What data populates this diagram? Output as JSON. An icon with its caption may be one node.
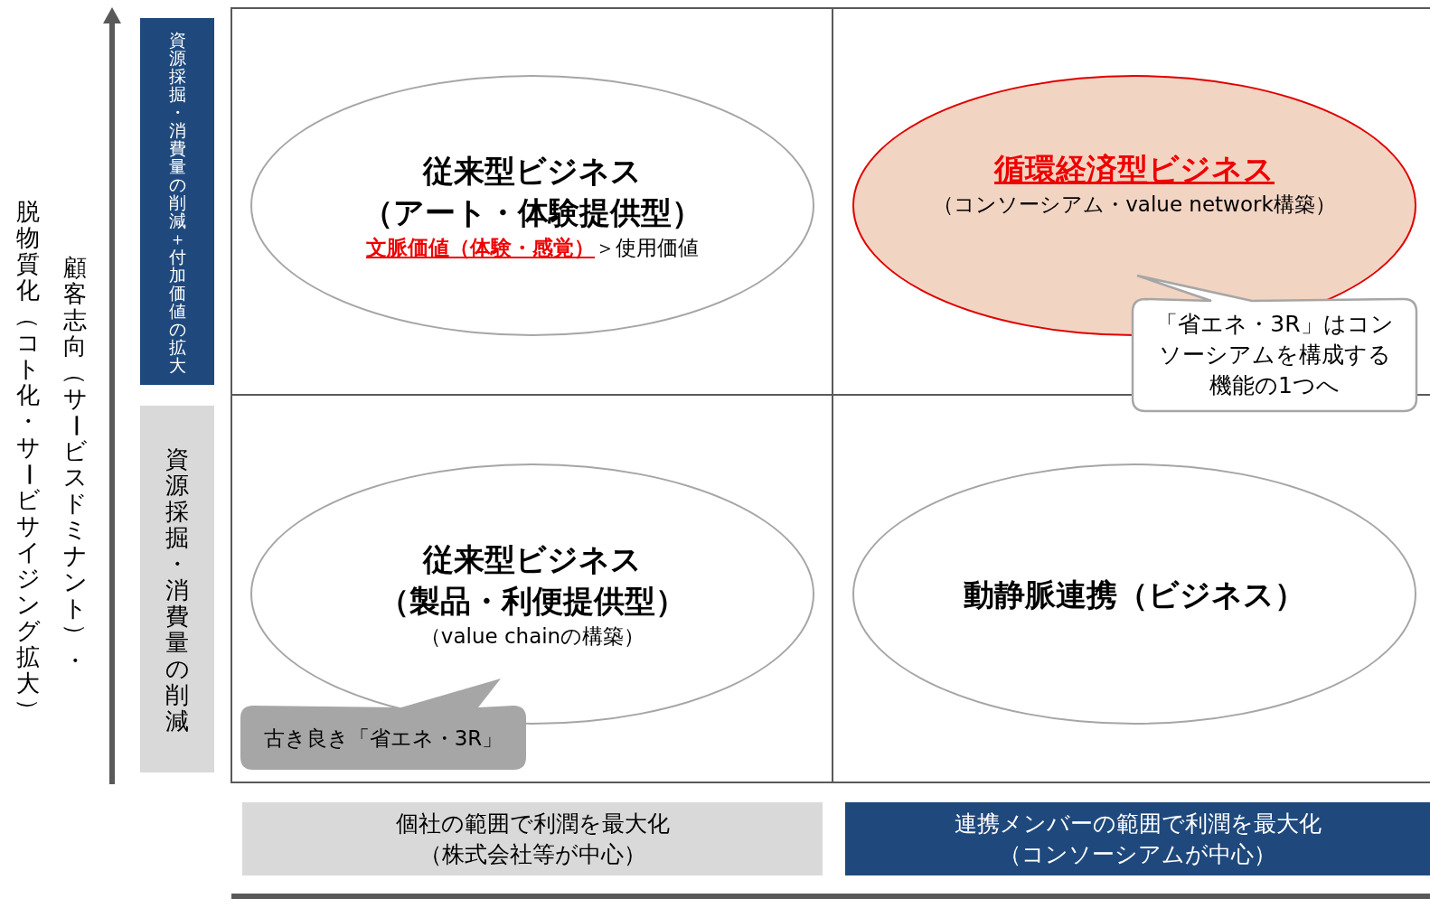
{
  "diagram": {
    "nodes": [
      {
        "text": [
          "従来型ビジネス（アート・体験提供型）",
          "**文脈価値（体験・感覚）**＞使用価値"
        ]
      },
      {
        "text": [
          "循環経済型ビジネス",
          "（コンソーシアム・value network構築）"
        ]
      },
      {
        "text": [
          "「省エネ・3R」はコンソーシアムを構成する機能の1つへ"
        ]
      },
      {
        "text": [
          "従来型ビジネス（製品・利便提供型）",
          "（value chainの構築）"
        ]
      },
      {
        "text": [
          "古き良き「省エネ・3R」"
        ]
      },
      {
        "text": [
          "動静脈連携（ビジネス）"
        ]
      },
      {
        "text": [
          "資源採掘・消費量の削減＋付加価値の拡大"
        ]
      },
      {
        "text": [
          "資源採掘・消費量の削減"
        ]
      },
      {
        "text": [
          "個社の範囲で利潤を最大化",
          "（株式会社等が中心）"
        ]
      },
      {
        "text": [
          "連携メンバーの範囲で利潤を最大化",
          "（コンソーシアムが中心）"
        ]
      }
    ],
    "edges": [],
    "labels": [
      "顧客志向（サービスドミナント）・",
      "脱物質化（コト化・サービサイジング拡大）"
    ]
  }
}
